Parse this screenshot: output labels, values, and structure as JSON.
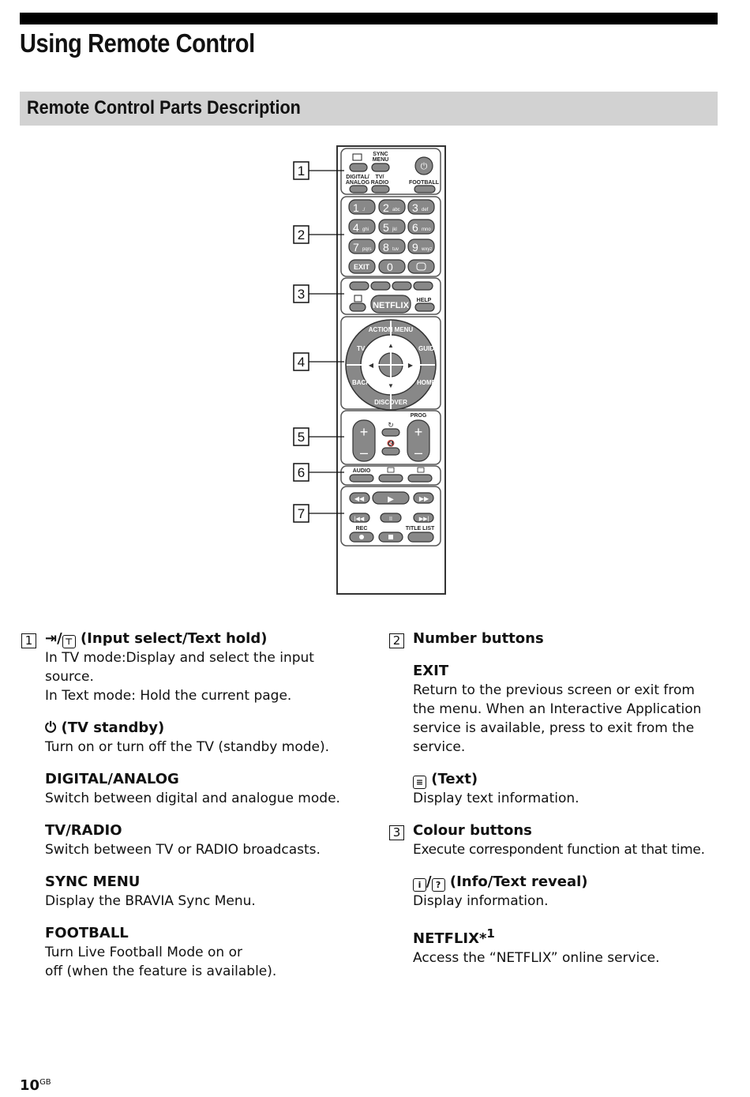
{
  "page": {
    "title": "Using Remote Control",
    "section_title": "Remote Control Parts Description",
    "page_number": "10",
    "page_suffix": "GB"
  },
  "remote": {
    "callouts": [
      "1",
      "2",
      "3",
      "4",
      "5",
      "6",
      "7"
    ],
    "labels": {
      "sync_menu_1": "SYNC",
      "sync_menu_2": "MENU",
      "digital_1": "DIGITAL/",
      "digital_2": "ANALOG",
      "tvradio_1": "TV/",
      "tvradio_2": "RADIO",
      "football": "FOOTBALL",
      "netflix": "NETFLIX",
      "help": "HELP",
      "action_menu": "ACTION MENU",
      "tv": "TV",
      "guide": "GUIDE",
      "back": "BACK",
      "home": "HOME",
      "discover": "DISCOVER",
      "prog": "PROG",
      "audio": "AUDIO",
      "rec": "REC",
      "title_list": "TITLE LIST",
      "exit": "EXIT"
    },
    "number_keys": [
      {
        "d": "1",
        "l": "./"
      },
      {
        "d": "2",
        "l": "abc"
      },
      {
        "d": "3",
        "l": "def"
      },
      {
        "d": "4",
        "l": "ghi"
      },
      {
        "d": "5",
        "l": "jkl"
      },
      {
        "d": "6",
        "l": "mno"
      },
      {
        "d": "7",
        "l": "pqrs"
      },
      {
        "d": "8",
        "l": "tuv"
      },
      {
        "d": "9",
        "l": "wxyz"
      }
    ],
    "icons": [
      "input-icon",
      "text-hold-icon",
      "power-icon",
      "text-icon",
      "info-icon",
      "text-reveal-icon",
      "replay-icon",
      "mute-icon",
      "subtitle-icon",
      "teletext-icon",
      "rewind-icon",
      "play-icon",
      "forward-icon",
      "prev-icon",
      "pause-icon",
      "next-icon",
      "record-icon",
      "stop-icon"
    ]
  },
  "left_column": {
    "item1": {
      "num": "1",
      "heading": "(Input select/Text hold)",
      "lines": [
        "In TV mode:Display and select the input",
        "source.",
        "In Text mode: Hold the current page."
      ]
    },
    "standby": {
      "heading": "(TV standby)",
      "text": "Turn on or turn off the TV (standby mode)."
    },
    "digital": {
      "heading": "DIGITAL/ANALOG",
      "text": "Switch between digital and analogue mode."
    },
    "tvradio": {
      "heading": "TV/RADIO",
      "text": "Switch between TV or RADIO broadcasts."
    },
    "sync": {
      "heading": "SYNC MENU",
      "text": "Display the BRAVIA Sync Menu."
    },
    "football": {
      "heading": "FOOTBALL",
      "lines": [
        "Turn Live Football Mode on or",
        "off (when the feature is available)."
      ]
    }
  },
  "right_column": {
    "item2": {
      "num": "2",
      "heading": "Number buttons"
    },
    "exit": {
      "heading": "EXIT",
      "lines": [
        "Return to the previous screen or exit from",
        "the menu. When an Interactive Application",
        "service is available, press to exit from the",
        "service."
      ]
    },
    "text": {
      "heading": "(Text)",
      "text": "Display text information."
    },
    "item3": {
      "num": "3",
      "heading": "Colour buttons",
      "text": "Execute correspondent function at that time."
    },
    "info": {
      "heading": "(Info/Text reveal)",
      "text": "Display information."
    },
    "netflix": {
      "heading": "NETFLIX*",
      "sup": "1",
      "text": "Access the “NETFLIX” online service."
    }
  }
}
